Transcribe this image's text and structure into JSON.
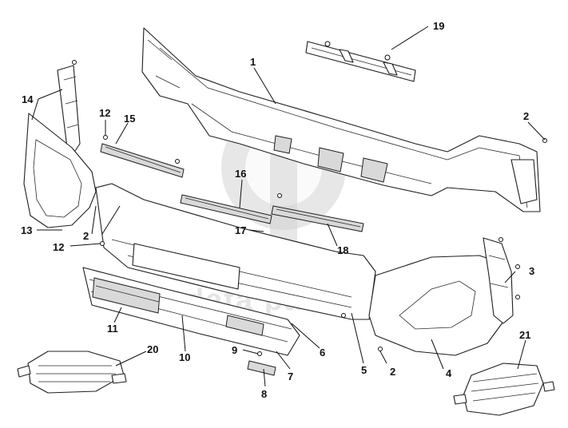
{
  "diagram": {
    "watermark_text": "data parts",
    "callouts": [
      {
        "id": "c1",
        "label": "1"
      },
      {
        "id": "c2a",
        "label": "2"
      },
      {
        "id": "c2b",
        "label": "2"
      },
      {
        "id": "c2c",
        "label": "2"
      },
      {
        "id": "c3",
        "label": "3"
      },
      {
        "id": "c4",
        "label": "4"
      },
      {
        "id": "c5",
        "label": "5"
      },
      {
        "id": "c6",
        "label": "6"
      },
      {
        "id": "c7",
        "label": "7"
      },
      {
        "id": "c8",
        "label": "8"
      },
      {
        "id": "c9",
        "label": "9"
      },
      {
        "id": "c10",
        "label": "10"
      },
      {
        "id": "c11",
        "label": "11"
      },
      {
        "id": "c12a",
        "label": "12"
      },
      {
        "id": "c12b",
        "label": "12"
      },
      {
        "id": "c13",
        "label": "13"
      },
      {
        "id": "c14",
        "label": "14"
      },
      {
        "id": "c15",
        "label": "15"
      },
      {
        "id": "c16",
        "label": "16"
      },
      {
        "id": "c17",
        "label": "17"
      },
      {
        "id": "c18",
        "label": "18"
      },
      {
        "id": "c19",
        "label": "19"
      },
      {
        "id": "c20",
        "label": "20"
      },
      {
        "id": "c21",
        "label": "21"
      }
    ]
  }
}
